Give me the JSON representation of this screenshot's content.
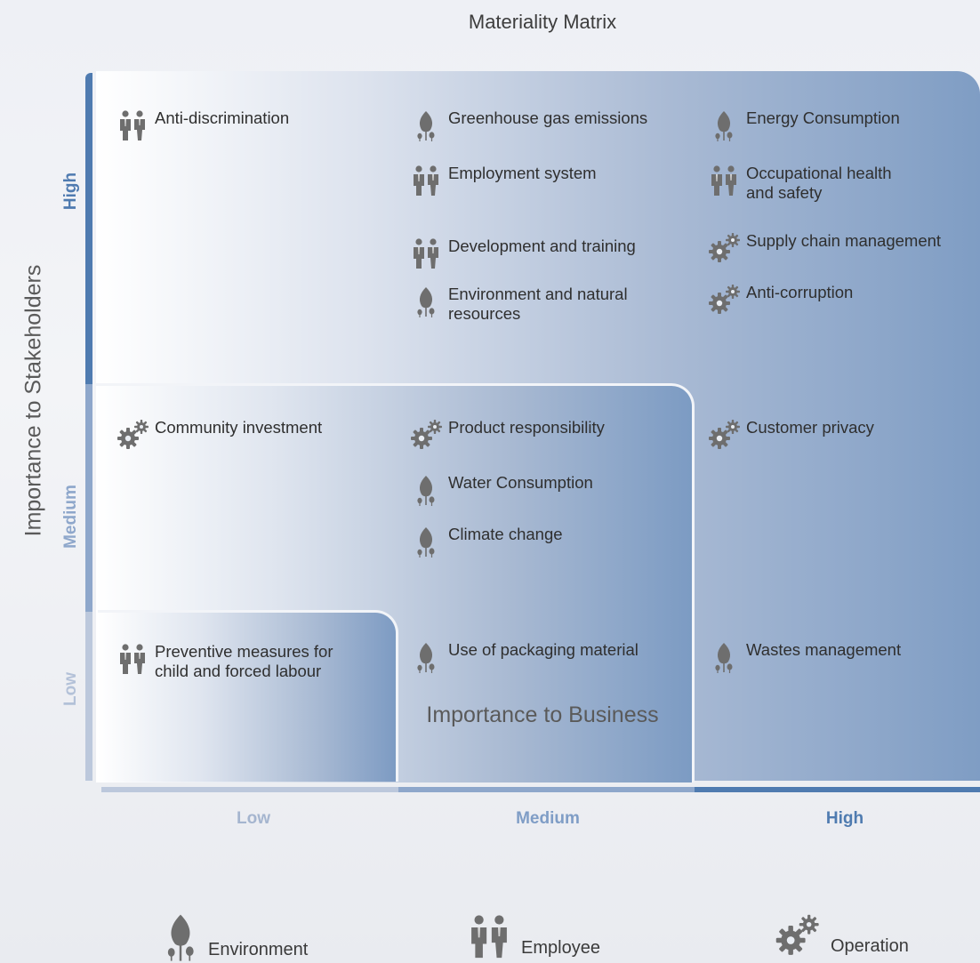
{
  "title": "Materiality Matrix",
  "y_axis": {
    "title": "Importance to Stakeholders",
    "levels": [
      {
        "label": "High",
        "color": "#4f7bb0"
      },
      {
        "label": "Medium",
        "color": "#7f9dc6"
      },
      {
        "label": "Low",
        "color": "#a9bad4"
      }
    ]
  },
  "x_axis": {
    "title": "Importance to Business",
    "levels": [
      {
        "label": "Low",
        "color": "#a9bad4"
      },
      {
        "label": "Medium",
        "color": "#7f9dc6"
      },
      {
        "label": "High",
        "color": "#4f7bb0"
      }
    ]
  },
  "items": [
    {
      "label": "Anti-discrimination",
      "category": "employee",
      "business": "Low",
      "stakeholders": "High"
    },
    {
      "label": "Greenhouse gas emissions",
      "category": "environment",
      "business": "Medium",
      "stakeholders": "High"
    },
    {
      "label": "Employment system",
      "category": "employee",
      "business": "Medium",
      "stakeholders": "High"
    },
    {
      "label": "Development and training",
      "category": "employee",
      "business": "Medium",
      "stakeholders": "High"
    },
    {
      "label": "Environment and natural\nresources",
      "category": "environment",
      "business": "Medium",
      "stakeholders": "High"
    },
    {
      "label": "Energy Consumption",
      "category": "environment",
      "business": "High",
      "stakeholders": "High"
    },
    {
      "label": "Occupational health\nand safety",
      "category": "employee",
      "business": "High",
      "stakeholders": "High"
    },
    {
      "label": "Supply chain management",
      "category": "operation",
      "business": "High",
      "stakeholders": "High"
    },
    {
      "label": "Anti-corruption",
      "category": "operation",
      "business": "High",
      "stakeholders": "High"
    },
    {
      "label": "Community investment",
      "category": "operation",
      "business": "Low",
      "stakeholders": "Medium"
    },
    {
      "label": "Product responsibility",
      "category": "operation",
      "business": "Medium",
      "stakeholders": "Medium"
    },
    {
      "label": "Water Consumption",
      "category": "environment",
      "business": "Medium",
      "stakeholders": "Medium"
    },
    {
      "label": "Climate change",
      "category": "environment",
      "business": "Medium",
      "stakeholders": "Medium"
    },
    {
      "label": "Customer privacy",
      "category": "operation",
      "business": "High",
      "stakeholders": "Medium"
    },
    {
      "label": "Preventive measures for\nchild and forced labour",
      "category": "employee",
      "business": "Low",
      "stakeholders": "Low"
    },
    {
      "label": "Use of packaging material",
      "category": "environment",
      "business": "Medium",
      "stakeholders": "Low"
    },
    {
      "label": "Wastes management",
      "category": "environment",
      "business": "High",
      "stakeholders": "Low"
    }
  ],
  "legend": [
    {
      "label": "Environment",
      "category": "environment"
    },
    {
      "label": "Employee",
      "category": "employee"
    },
    {
      "label": "Operation",
      "category": "operation"
    }
  ],
  "colors": {
    "icon": "#6e6e6e"
  }
}
